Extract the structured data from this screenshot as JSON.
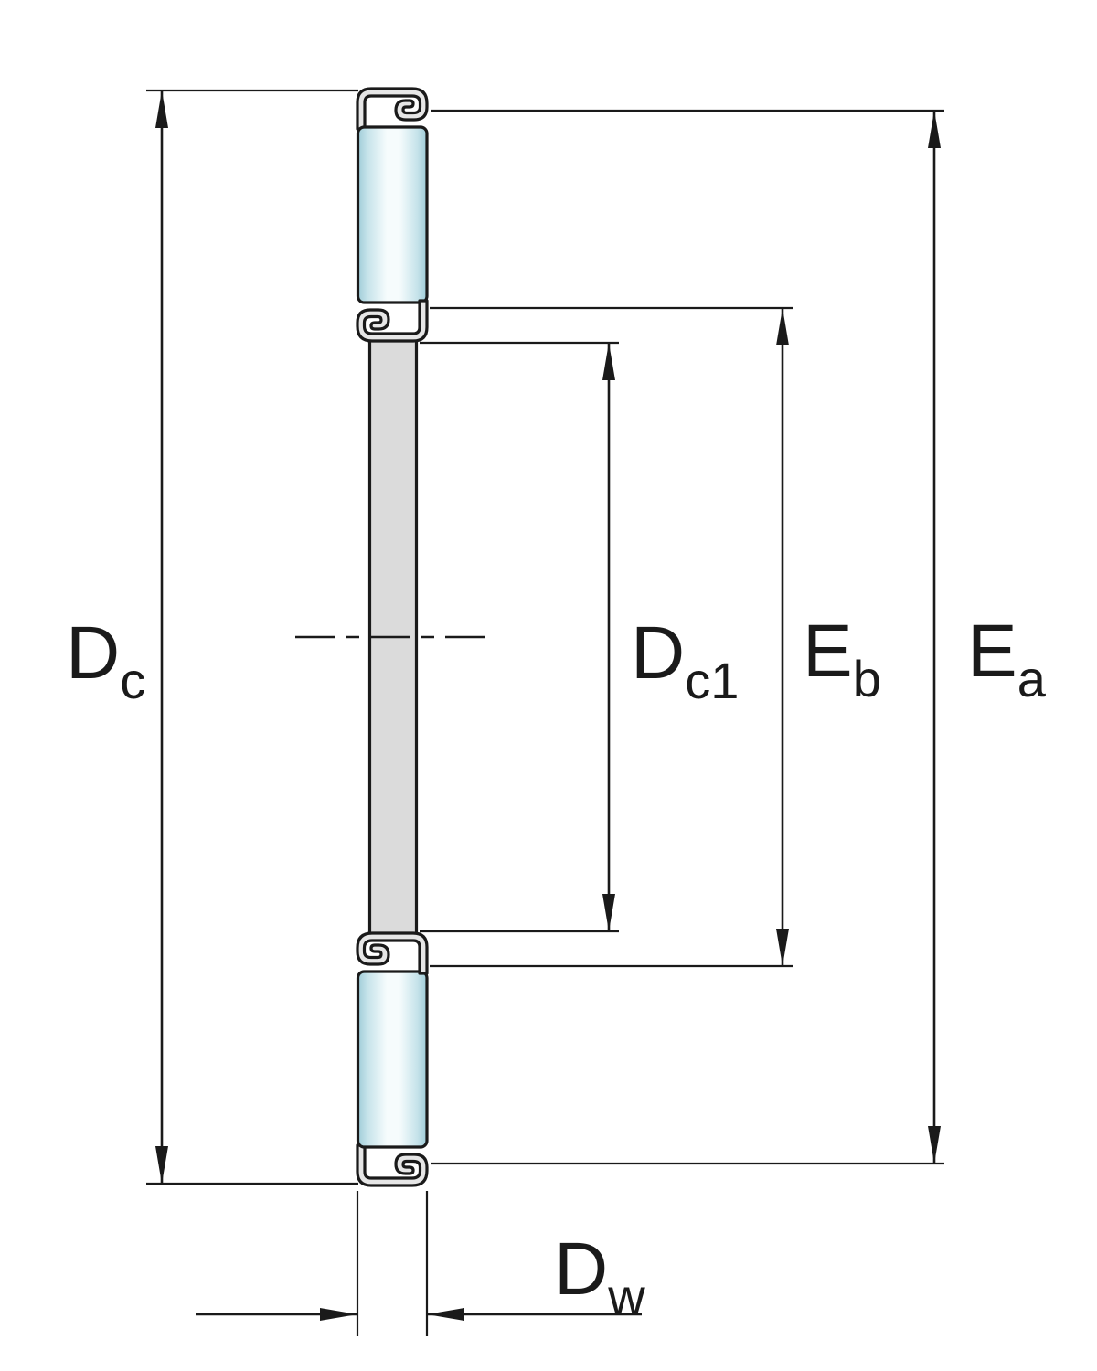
{
  "figure": {
    "title": "Bearing cross-section dimension drawing",
    "background": "#ffffff",
    "line_color": "#1a1a1a",
    "roller_edge_color": "#9fccd8",
    "roller_mid_color": "#c6e3ea",
    "roller_highlight_color": "#f6fcfd",
    "cage_fill": "#dbdbdb",
    "lip_fill": "#e6e6e6"
  },
  "labels": {
    "dc": {
      "main": "D",
      "sub": "c"
    },
    "dc1": {
      "main": "D",
      "sub": "c1"
    },
    "eb": {
      "main": "E",
      "sub": "b"
    },
    "ea": {
      "main": "E",
      "sub": "a"
    },
    "dw": {
      "main": "D",
      "sub": "w"
    }
  }
}
